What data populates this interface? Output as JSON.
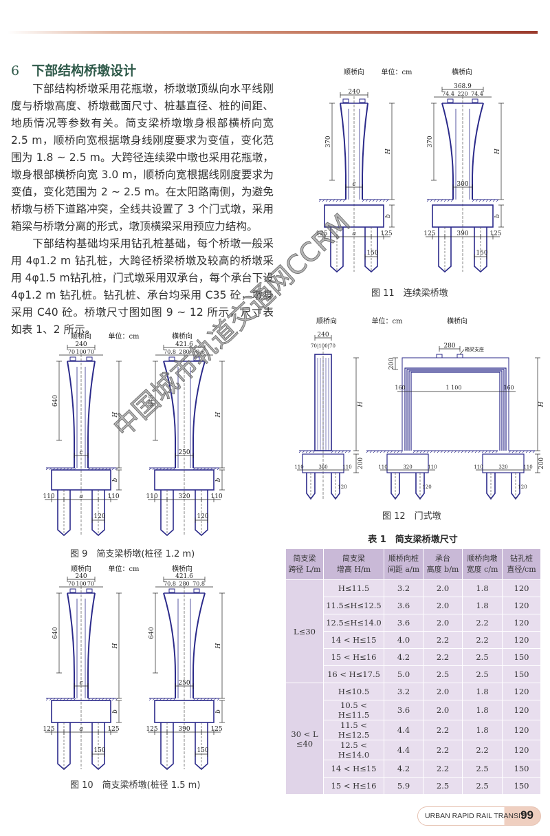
{
  "section": {
    "number": "6",
    "title": "下部结构桥墩设计"
  },
  "paragraphs": [
    "下部结构桥墩采用花瓶墩，桥墩墩顶纵向水平线刚度与桥墩高度、桥墩截面尺寸、桩基直径、桩的间距、地质情况等参数有关。简支梁桥墩墩身根部横桥向宽 2.5 m，顺桥向宽根据墩身线刚度要求为变值，变化范围为 1.8 ~ 2.5 m。大跨径连续梁中墩也采用花瓶墩，墩身根部横桥向宽 3.0 m，顺桥向宽根据线刚度要求为变值，变化范围为 2 ~ 2.5 m。在太阳路南侧，为避免桥墩与桥下道路冲突，全线共设置了 3 个门式墩，采用箱梁与桥墩分离的形式，墩顶横梁采用预应力结构。",
    "下部结构基础均采用钻孔桩基础，每个桥墩一般采用 4φ1.2 m 钻孔桩，大跨径桥梁桥墩及较高的桥墩采用 4φ1.5 m钻孔桩，门式墩采用双承台，每个承台下设 4φ1.2 m 钻孔桩。钻孔桩、承台均采用 C35 砼，墩身采用 C40 砼。桥墩尺寸图如图 9 ~ 12 所示，尺寸表如表 1、2 所示。"
  ],
  "figures": {
    "fig11": {
      "view_long": "顺桥向",
      "unit": "单位：cm",
      "view_trans": "横桥向",
      "caption": "图 11　连续梁桥墩",
      "long": {
        "top": "240",
        "sub": [],
        "curve": "370",
        "H": "H",
        "c": "c",
        "b": "b",
        "bottom": [
          "125",
          "a",
          "125"
        ],
        "pile": "150"
      },
      "trans": {
        "top": "368.9",
        "sub": [
          "74.4",
          "220",
          "74.4"
        ],
        "curve": "370",
        "H": "H",
        "c": "300",
        "b": "b",
        "bottom": [
          "125",
          "390",
          "125"
        ],
        "pile": "150"
      }
    },
    "fig9": {
      "view_long": "顺桥向",
      "unit": "单位：cm",
      "view_trans": "横桥向",
      "caption": "图 9　简支梁桥墩(桩径 1.2 m)",
      "long": {
        "top": "240",
        "sub": [
          "70",
          "100",
          "70"
        ],
        "curve": "640",
        "H": "H",
        "c": "c",
        "b": "b",
        "bottom": [
          "110",
          "a",
          "110"
        ],
        "pile": "120"
      },
      "trans": {
        "top": "421.6",
        "sub": [
          "70.8",
          "280",
          "70.8"
        ],
        "curve": "640",
        "H": "H",
        "c": "250",
        "b": "b",
        "bottom": [
          "110",
          "320",
          "110"
        ],
        "pile": "120"
      }
    },
    "fig10": {
      "view_long": "顺桥向",
      "unit": "单位：cm",
      "view_trans": "横桥向",
      "caption": "图 10　简支梁桥墩(桩径 1.5 m)",
      "long": {
        "top": "240",
        "sub": [
          "70",
          "100",
          "70"
        ],
        "curve": "640",
        "H": "H",
        "c": "c",
        "b": "b",
        "bottom": [
          "125",
          "a",
          "125"
        ],
        "pile": "150"
      },
      "trans": {
        "top": "421.6",
        "sub": [
          "70.8",
          "280",
          "70.8"
        ],
        "curve": "640",
        "H": "H",
        "c": "250",
        "b": "b",
        "bottom": [
          "125",
          "390",
          "125"
        ],
        "pile": "150"
      }
    },
    "fig12": {
      "view_long": "顺桥向",
      "unit": "单位：cm",
      "view_trans": "横桥向",
      "caption": "图 12　门式墩",
      "long": {
        "top": "240",
        "sub": "70|100|70",
        "H": "H",
        "b": "200",
        "bottom": [
          "110",
          "360",
          "110"
        ],
        "pile": "120"
      },
      "frame": {
        "bearing_spacing": "280",
        "bearing_label": "箱梁支座",
        "beam_depth": "200",
        "left": "160",
        "span": "1 100",
        "right": "160",
        "H": "H",
        "b": "200",
        "left_bottom": [
          "110",
          "320",
          "110"
        ],
        "right_bottom": [
          "110",
          "320",
          "110"
        ],
        "pile": "120"
      }
    }
  },
  "table": {
    "title": "表 1　简支梁桥墩尺寸",
    "headers": [
      "简支梁\n跨径 L/m",
      "简支梁\n增高 H/m",
      "顺桥向桩\n间距 a/m",
      "承台\n高度 b/m",
      "顺桥向墩\n宽度 c/m",
      "钻孔桩\n直径/cm"
    ],
    "groups": [
      {
        "label": "L≤30",
        "rows": [
          [
            "H≤11.5",
            "3.2",
            "2.0",
            "1.8",
            "120"
          ],
          [
            "11.5≤H≤12.5",
            "3.6",
            "2.0",
            "1.8",
            "120"
          ],
          [
            "12.5≤H≤14.0",
            "3.6",
            "2.0",
            "2.2",
            "120"
          ],
          [
            "14 < H≤15",
            "4.0",
            "2.2",
            "2.2",
            "120"
          ],
          [
            "15 < H≤16",
            "4.2",
            "2.2",
            "2.5",
            "150"
          ],
          [
            "16 < H≤17.5",
            "5.0",
            "2.5",
            "2.5",
            "150"
          ]
        ]
      },
      {
        "label": "30 < L ≤40",
        "rows": [
          [
            "H≤10.5",
            "3.2",
            "2.0",
            "1.8",
            "120"
          ],
          [
            "10.5 < H≤11.5",
            "3.6",
            "2.0",
            "1.8",
            "120"
          ],
          [
            "11.5 < H≤12.5",
            "4.4",
            "2.2",
            "1.8",
            "120"
          ],
          [
            "12.5 < H≤14.0",
            "4.4",
            "2.2",
            "2.2",
            "120"
          ],
          [
            "14 < H≤15",
            "4.2",
            "2.2",
            "2.5",
            "150"
          ],
          [
            "15 < H≤16",
            "5.9",
            "2.5",
            "2.5",
            "150"
          ]
        ]
      }
    ]
  },
  "watermark": "中国城市轨道交通网CCRM",
  "footer": {
    "journal": "URBAN RAPID RAIL TRANSIT",
    "page": "99"
  },
  "colors": {
    "drawing": "#2b2a8a",
    "table_header": "#c9b9d7",
    "table_cell": "#e8deee",
    "heading": "#2f5a4a",
    "accent": "#9a3a2c"
  }
}
